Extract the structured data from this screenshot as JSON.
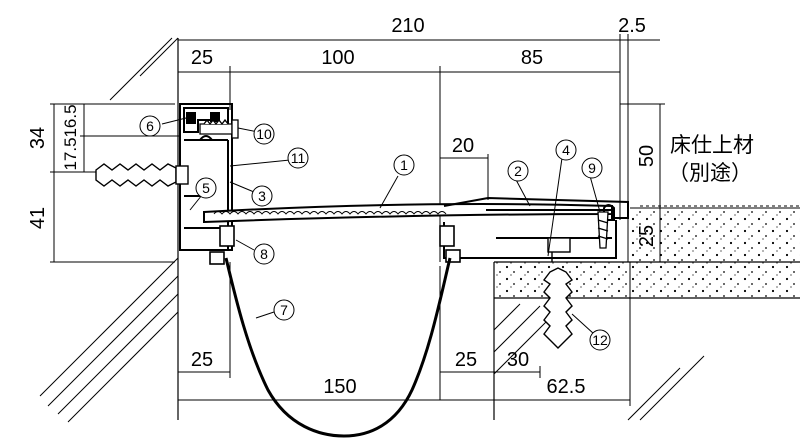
{
  "dimensions": {
    "top": {
      "total": "210",
      "left": "25",
      "mid": "100",
      "right": "85",
      "gap": "2.5"
    },
    "left": {
      "d34": "34",
      "d16_5": "16.5",
      "d17_5": "17.5",
      "d41": "41"
    },
    "right": {
      "d50": "50",
      "d25": "25"
    },
    "inner": {
      "d20": "20"
    },
    "bottom": {
      "left25": "25",
      "mid25": "25",
      "d30": "30",
      "d150": "150",
      "d62_5": "62.5"
    }
  },
  "callouts": [
    "1",
    "2",
    "3",
    "4",
    "5",
    "6",
    "7",
    "8",
    "9",
    "10",
    "11",
    "12"
  ],
  "note": {
    "line1": "床仕上材",
    "line2": "（別途）"
  }
}
